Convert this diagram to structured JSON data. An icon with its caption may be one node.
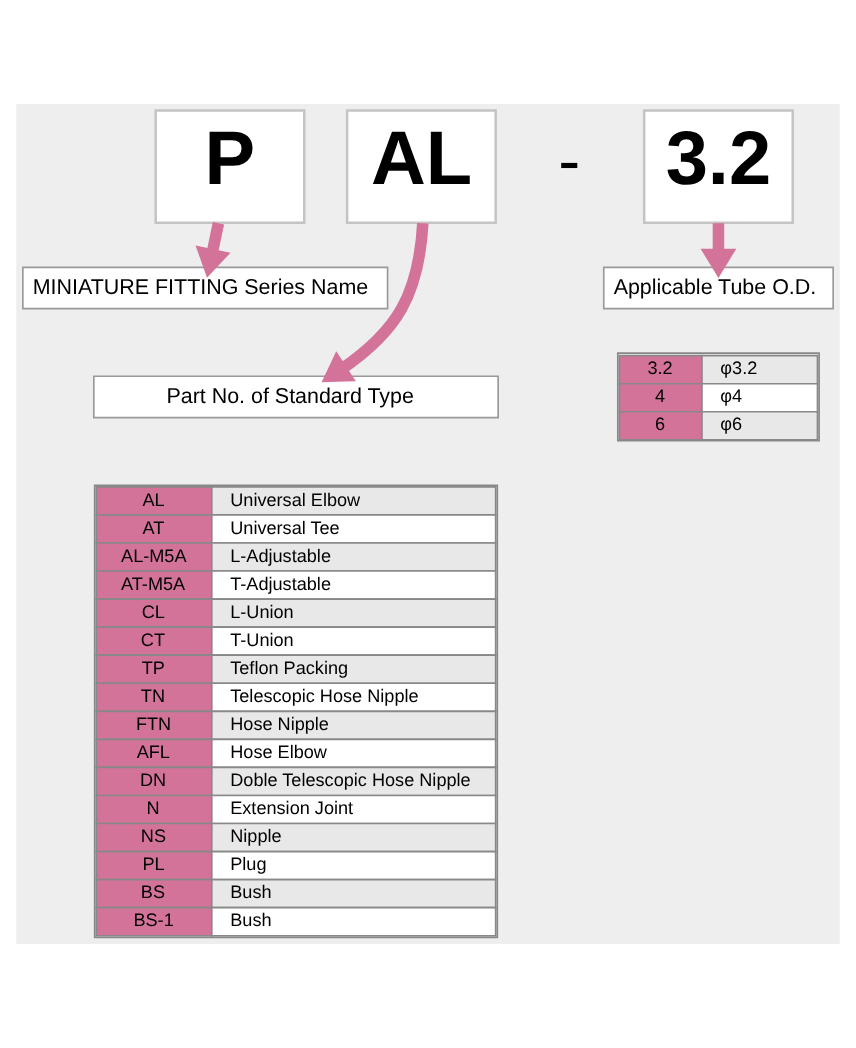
{
  "diagram": {
    "nodes": [
      {
        "text": [
          "P"
        ]
      },
      {
        "text": [
          "AL"
        ]
      },
      {
        "text": [
          "3.2"
        ]
      },
      {
        "text": [
          "MINIATURE FITTING Series Name"
        ]
      },
      {
        "text": [
          "Part No. of Standard Type"
        ]
      },
      {
        "text": [
          "Applicable Tube O.D."
        ]
      }
    ],
    "edges": [
      {
        "from": 0,
        "to": 3,
        "arrow": "to"
      },
      {
        "from": 1,
        "to": 4,
        "arrow": "to"
      },
      {
        "from": 2,
        "to": 5,
        "arrow": "to"
      }
    ],
    "labels": [
      "-",
      "AL",
      "Universal Elbow",
      "AT",
      "Universal Tee",
      "AL-M5A",
      "L-Adjustable",
      "AT-M5A",
      "T-Adjustable",
      "CL",
      "L-Union",
      "CT",
      "T-Union",
      "TP",
      "Teflon Packing",
      "TN",
      "Telescopic Hose Nipple",
      "FTN",
      "Hose Nipple",
      "AFL",
      "Hose Elbow",
      "DN",
      "Doble Telescopic Hose Nipple",
      "N",
      "Extension Joint",
      "NS",
      "Nipple",
      "PL",
      "Plug",
      "BS",
      "Bush",
      "BS-1",
      "Bush",
      "3.2",
      "φ3.2",
      "4",
      "φ4",
      "6",
      "φ6"
    ]
  }
}
